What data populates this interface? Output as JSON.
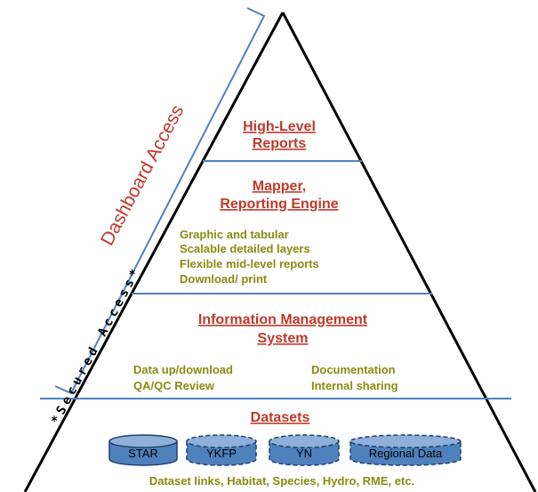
{
  "side_labels": {
    "dashboard": "Dashboard Access",
    "secured": "*Secured Access*"
  },
  "tiers": {
    "top": {
      "line1": "High-Level",
      "line2": "Reports"
    },
    "mapper": {
      "line1": "Mapper,",
      "line2": "Reporting Engine",
      "bullets": [
        "Graphic  and  tabular",
        "Scalable  detailed  layers",
        "Flexible  mid-level  reports",
        "Download/  print"
      ]
    },
    "ims": {
      "line1": "Information Management",
      "line2": "System",
      "left": [
        "Data up/download",
        "QA/QC  Review"
      ],
      "right": [
        "Documentation",
        "Internal sharing"
      ]
    },
    "datasets": {
      "title": "Datasets",
      "stores": [
        "STAR",
        "YKFP",
        "YN",
        "Regional Data"
      ],
      "footer": "Dataset links, Habitat, Species, Hydro, RME, etc."
    }
  },
  "colors": {
    "outline": "#000000",
    "divider": "#4f81bd",
    "title_red": "#c0392b",
    "olive_text": "#8a8a12",
    "cylinder_fill": "#4f81bd"
  }
}
